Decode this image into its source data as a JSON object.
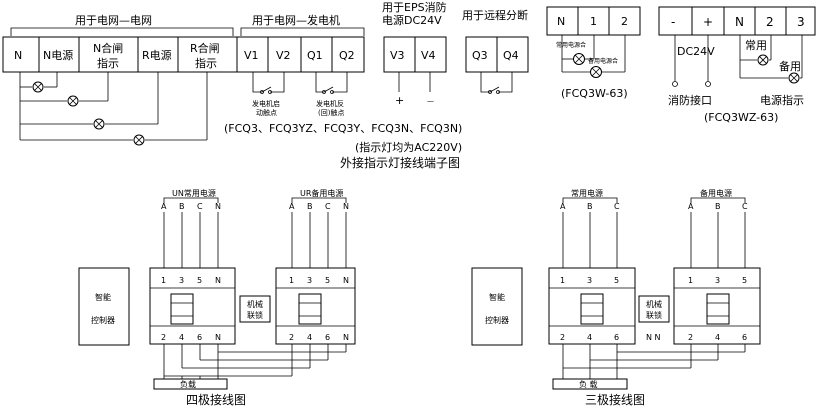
{
  "top": {
    "group_grid_grid": "用于电网—电网",
    "group_grid_gen": "用于电网—发电机",
    "group_eps": "用于EPS消防\n电源DC24V",
    "group_eps_line1": "用于EPS消防",
    "group_eps_line2": "电源DC24V",
    "group_remote": "用于远程分断",
    "cells_grid": [
      "N",
      "N电源",
      "N合闸\n指示",
      "R电源",
      "R合闸\n指示"
    ],
    "cell_n": "N",
    "cell_n_power": "N电源",
    "cell_n_close_1": "N合闸",
    "cell_n_close_2": "指示",
    "cell_r_power": "R电源",
    "cell_r_close_1": "R合闸",
    "cell_r_close_2": "指示",
    "cell_v1": "V1",
    "cell_v2": "V2",
    "cell_q1": "Q1",
    "cell_q2": "Q2",
    "cell_v3": "V3",
    "cell_v4": "V4",
    "cell_q3": "Q3",
    "cell_q4": "Q4",
    "gen_start_1": "发电机启",
    "gen_start_2": "动触点",
    "gen_fb_1": "发电机反",
    "gen_fb_2": "(回)触点",
    "plus": "+",
    "minus": "—",
    "model_line": "(FCQ3、FCQ3YZ、FCQ3Y、FCQ3N、FCQ3N)",
    "note_line": "(指示灯均为AC220V)",
    "title": "外接指示灯接线端子图",
    "fcq3w": {
      "cells": [
        "N",
        "1",
        "2"
      ],
      "lamp_common": "常用电源合",
      "lamp_backup": "备用电源合",
      "model": "(FCQ3W-63)"
    },
    "fcq3wz": {
      "cells": [
        "-",
        "+",
        "N",
        "2",
        "3"
      ],
      "dc24v": "DC24V",
      "common": "常用",
      "backup": "备用",
      "fire_port": "消防接口",
      "power_indicator": "电源指示",
      "model": "(FCQ3WZ-63)"
    }
  },
  "four_pole": {
    "un_label": "UN常用电源",
    "ur_label": "UR备用电源",
    "phases_left": [
      "A",
      "B",
      "C",
      "N"
    ],
    "phases_right": [
      "A",
      "B",
      "C",
      "N"
    ],
    "pins_top": [
      "1",
      "3",
      "5",
      "N"
    ],
    "pins_bottom": [
      "2",
      "4",
      "6",
      "N"
    ],
    "controller_1": "智能",
    "controller_2": "控制器",
    "interlock_1": "机械",
    "interlock_2": "联锁",
    "load": "负载",
    "caption": "四极接线图"
  },
  "three_pole": {
    "common_label": "常用电源",
    "backup_label": "备用电源",
    "phases": [
      "A",
      "B",
      "C"
    ],
    "pins_top": [
      "1",
      "3",
      "5"
    ],
    "pins_bottom": [
      "2",
      "4",
      "6"
    ],
    "nn": "N  N",
    "controller_1": "智能",
    "controller_2": "控制器",
    "interlock_1": "机械",
    "interlock_2": "联锁",
    "load": "负  载",
    "caption": "三极接线图"
  }
}
